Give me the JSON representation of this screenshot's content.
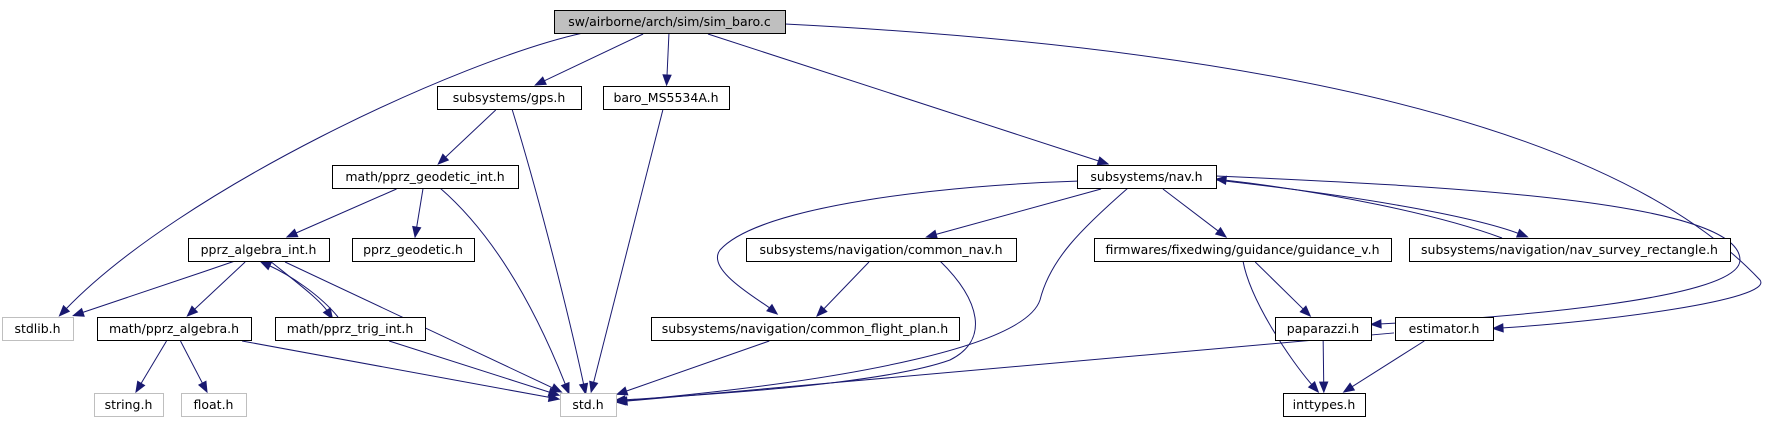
{
  "title": "sw/airborne/arch/sim/sim_baro.c",
  "colors": {
    "edge": "#191970",
    "root_fill": "#bfbfbf",
    "node_border": "#000000",
    "external_border": "#bfbfbf"
  },
  "nodes": [
    {
      "id": "sim_baro",
      "label": "sw/airborne/arch/sim/sim_baro.c",
      "style": "root"
    },
    {
      "id": "gps",
      "label": "subsystems/gps.h",
      "style": "normal"
    },
    {
      "id": "baro",
      "label": "baro_MS5534A.h",
      "style": "normal"
    },
    {
      "id": "nav",
      "label": "subsystems/nav.h",
      "style": "normal"
    },
    {
      "id": "geodetic_int",
      "label": "math/pprz_geodetic_int.h",
      "style": "normal"
    },
    {
      "id": "algebra_int",
      "label": "pprz_algebra_int.h",
      "style": "normal"
    },
    {
      "id": "geodetic",
      "label": "pprz_geodetic.h",
      "style": "normal"
    },
    {
      "id": "common_nav",
      "label": "subsystems/navigation/common_nav.h",
      "style": "normal"
    },
    {
      "id": "guidance_v",
      "label": "firmwares/fixedwing/guidance/guidance_v.h",
      "style": "normal"
    },
    {
      "id": "nav_survey",
      "label": "subsystems/navigation/nav_survey_rectangle.h",
      "style": "normal"
    },
    {
      "id": "stdlib",
      "label": "stdlib.h",
      "style": "external"
    },
    {
      "id": "algebra",
      "label": "math/pprz_algebra.h",
      "style": "normal"
    },
    {
      "id": "trig_int",
      "label": "math/pprz_trig_int.h",
      "style": "normal"
    },
    {
      "id": "flight_plan",
      "label": "subsystems/navigation/common_flight_plan.h",
      "style": "normal"
    },
    {
      "id": "paparazzi",
      "label": "paparazzi.h",
      "style": "normal"
    },
    {
      "id": "estimator",
      "label": "estimator.h",
      "style": "normal"
    },
    {
      "id": "string",
      "label": "string.h",
      "style": "external"
    },
    {
      "id": "float",
      "label": "float.h",
      "style": "external"
    },
    {
      "id": "std",
      "label": "std.h",
      "style": "external"
    },
    {
      "id": "inttypes",
      "label": "inttypes.h",
      "style": "normal"
    }
  ],
  "edges": [
    {
      "from": "sim_baro",
      "to": "stdlib"
    },
    {
      "from": "sim_baro",
      "to": "gps"
    },
    {
      "from": "sim_baro",
      "to": "baro"
    },
    {
      "from": "sim_baro",
      "to": "nav"
    },
    {
      "from": "sim_baro",
      "to": "estimator"
    },
    {
      "from": "gps",
      "to": "geodetic_int"
    },
    {
      "from": "gps",
      "to": "std"
    },
    {
      "from": "baro",
      "to": "std"
    },
    {
      "from": "geodetic_int",
      "to": "algebra_int"
    },
    {
      "from": "geodetic_int",
      "to": "geodetic"
    },
    {
      "from": "geodetic_int",
      "to": "std"
    },
    {
      "from": "algebra_int",
      "to": "stdlib"
    },
    {
      "from": "algebra_int",
      "to": "algebra"
    },
    {
      "from": "algebra_int",
      "to": "trig_int"
    },
    {
      "from": "algebra_int",
      "to": "std"
    },
    {
      "from": "trig_int",
      "to": "algebra_int"
    },
    {
      "from": "trig_int",
      "to": "std"
    },
    {
      "from": "algebra",
      "to": "string"
    },
    {
      "from": "algebra",
      "to": "float"
    },
    {
      "from": "algebra",
      "to": "std"
    },
    {
      "from": "nav",
      "to": "flight_plan"
    },
    {
      "from": "nav",
      "to": "common_nav"
    },
    {
      "from": "nav",
      "to": "std"
    },
    {
      "from": "nav",
      "to": "guidance_v"
    },
    {
      "from": "nav",
      "to": "nav_survey"
    },
    {
      "from": "nav_survey",
      "to": "nav"
    },
    {
      "from": "nav",
      "to": "paparazzi"
    },
    {
      "from": "common_nav",
      "to": "flight_plan"
    },
    {
      "from": "common_nav",
      "to": "std"
    },
    {
      "from": "flight_plan",
      "to": "std"
    },
    {
      "from": "guidance_v",
      "to": "paparazzi"
    },
    {
      "from": "guidance_v",
      "to": "inttypes"
    },
    {
      "from": "paparazzi",
      "to": "inttypes"
    },
    {
      "from": "estimator",
      "to": "std"
    },
    {
      "from": "estimator",
      "to": "inttypes"
    }
  ]
}
